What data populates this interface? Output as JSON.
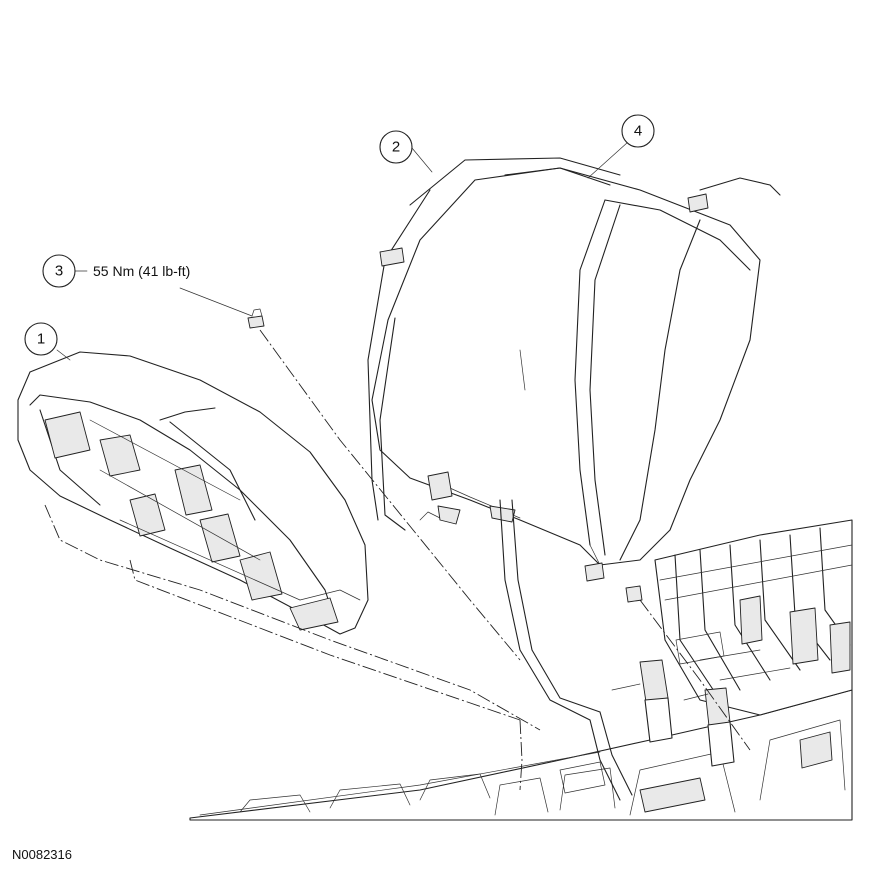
{
  "figure_id": "N0082316",
  "callouts": [
    {
      "number": "1",
      "label": ""
    },
    {
      "number": "2",
      "label": ""
    },
    {
      "number": "3",
      "label": "55 Nm (41 lb-ft)"
    },
    {
      "number": "4",
      "label": ""
    }
  ]
}
